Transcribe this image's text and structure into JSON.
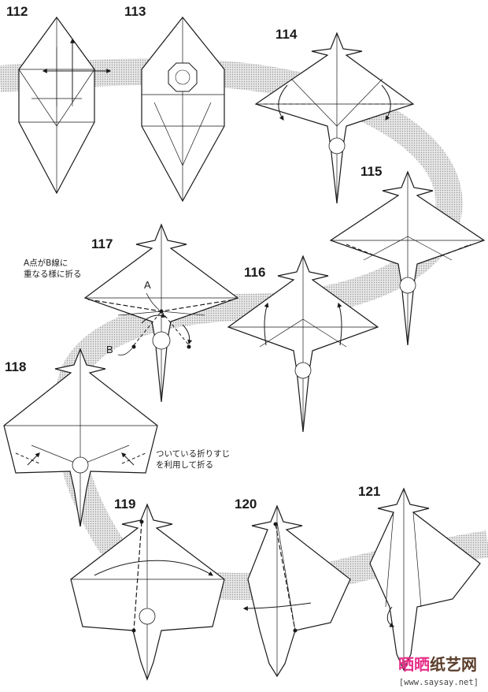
{
  "steps": {
    "s112": "112",
    "s113": "113",
    "s114": "114",
    "s115": "115",
    "s116": "116",
    "s117": "117",
    "s118": "118",
    "s119": "119",
    "s120": "120",
    "s121": "121"
  },
  "notes": {
    "note117_line1": "A点がB線に",
    "note117_line2": "重なる様に折る",
    "note118_line1": "ついている折りすじ",
    "note118_line2": "を利用して折る"
  },
  "points": {
    "a": "A",
    "b": "B"
  },
  "watermark": {
    "brand_pink": "晒晒",
    "brand_dark": "纸艺网",
    "site": "[www.saysay.net]"
  },
  "colors": {
    "paper": "#ffffff",
    "shade": "#d9d9d9",
    "band": "#cfcfcf",
    "line": "#1a1a1a",
    "brand_pink": "#e8308a"
  }
}
